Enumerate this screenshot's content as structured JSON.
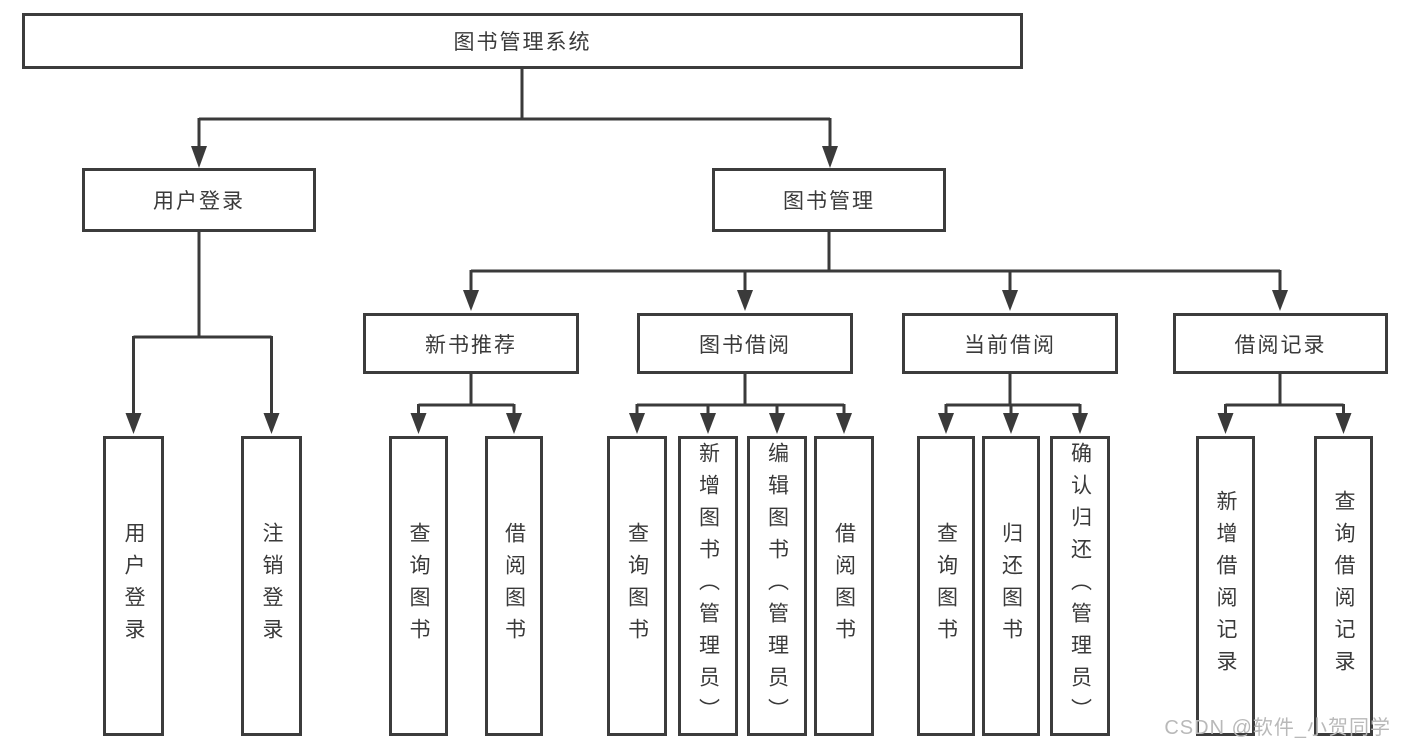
{
  "diagram": {
    "root": {
      "label": "图书管理系统"
    },
    "level2": [
      {
        "id": "user-login",
        "label": "用户登录"
      },
      {
        "id": "book-management",
        "label": "图书管理"
      }
    ],
    "level3": [
      {
        "id": "new-book-recommend",
        "parent": "图书管理",
        "label": "新书推荐"
      },
      {
        "id": "book-borrow",
        "parent": "图书管理",
        "label": "图书借阅"
      },
      {
        "id": "current-borrow",
        "parent": "图书管理",
        "label": "当前借阅"
      },
      {
        "id": "borrow-records",
        "parent": "图书管理",
        "label": "借阅记录"
      }
    ],
    "leaves": [
      {
        "parent": "用户登录",
        "label": "用户登录"
      },
      {
        "parent": "用户登录",
        "label": "注销登录"
      },
      {
        "parent": "新书推荐",
        "label": "查询图书"
      },
      {
        "parent": "新书推荐",
        "label": "借阅图书"
      },
      {
        "parent": "图书借阅",
        "label": "查询图书"
      },
      {
        "parent": "图书借阅",
        "label": "新增图书（管理员）"
      },
      {
        "parent": "图书借阅",
        "label": "编辑图书（管理员）"
      },
      {
        "parent": "图书借阅",
        "label": "借阅图书"
      },
      {
        "parent": "当前借阅",
        "label": "查询图书"
      },
      {
        "parent": "当前借阅",
        "label": "归还图书"
      },
      {
        "parent": "当前借阅",
        "label": "确认归还（管理员）"
      },
      {
        "parent": "借阅记录",
        "label": "新增借阅记录"
      },
      {
        "parent": "借阅记录",
        "label": "查询借阅记录"
      }
    ]
  },
  "watermark": "CSDN @软件_小贺同学",
  "colors": {
    "line": "#3a3a3a",
    "box_border": "#3c3c3c",
    "text": "#3a3a3a",
    "watermark": "#b9b9b9",
    "background": "#ffffff"
  }
}
